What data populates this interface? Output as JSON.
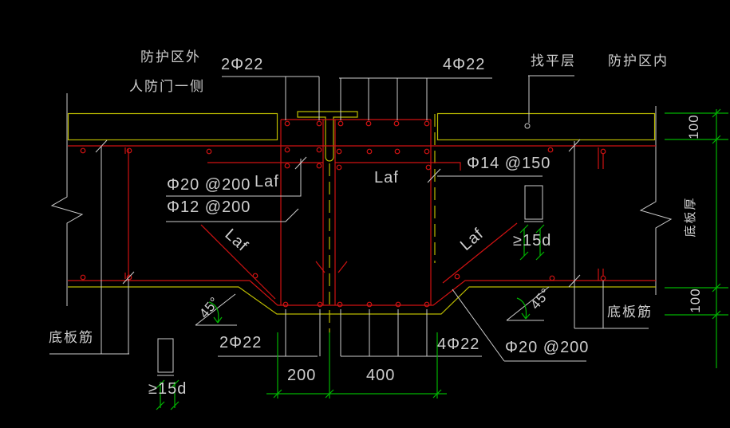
{
  "colors": {
    "background": "#000000",
    "line_white": "#cdcdcd",
    "rebar_red": "#cf1212",
    "outline_yellow": "#b9b900",
    "dimension_green": "#00b400",
    "concrete_speckle": "#4a7aaa"
  },
  "labels": {
    "zone_outside": "防护区外",
    "door_side": "人防门一侧",
    "top_bars_left": "2Φ22",
    "top_bars_right": "4Φ22",
    "leveling_layer": "找平层",
    "zone_inside": "防护区内",
    "top_rebar_spacing": "Φ20 @200",
    "lap_h_left": "Laf",
    "lap_h_right": "Laf",
    "mid_rebar_spacing": "Φ14 @150",
    "distribution_spacing": "Φ12 @200",
    "lap_diag_left": "Laf",
    "lap_diag_right": "Laf",
    "anchor_right": "≥15d",
    "anchor_left": "≥15d",
    "slab_rebar_left": "底板筋",
    "slab_rebar_right": "底板筋",
    "angle_left": "45°",
    "angle_right": "45°",
    "bottom_bars_left": "2Φ22",
    "bottom_bars_right": "4Φ22",
    "bottom_rebar_spacing": "Φ20 @200",
    "slab_thickness": "底板厚"
  },
  "dimensions": {
    "beam_left_width": "200",
    "beam_right_width": "400",
    "top_offset": "100",
    "bottom_offset": "100"
  }
}
